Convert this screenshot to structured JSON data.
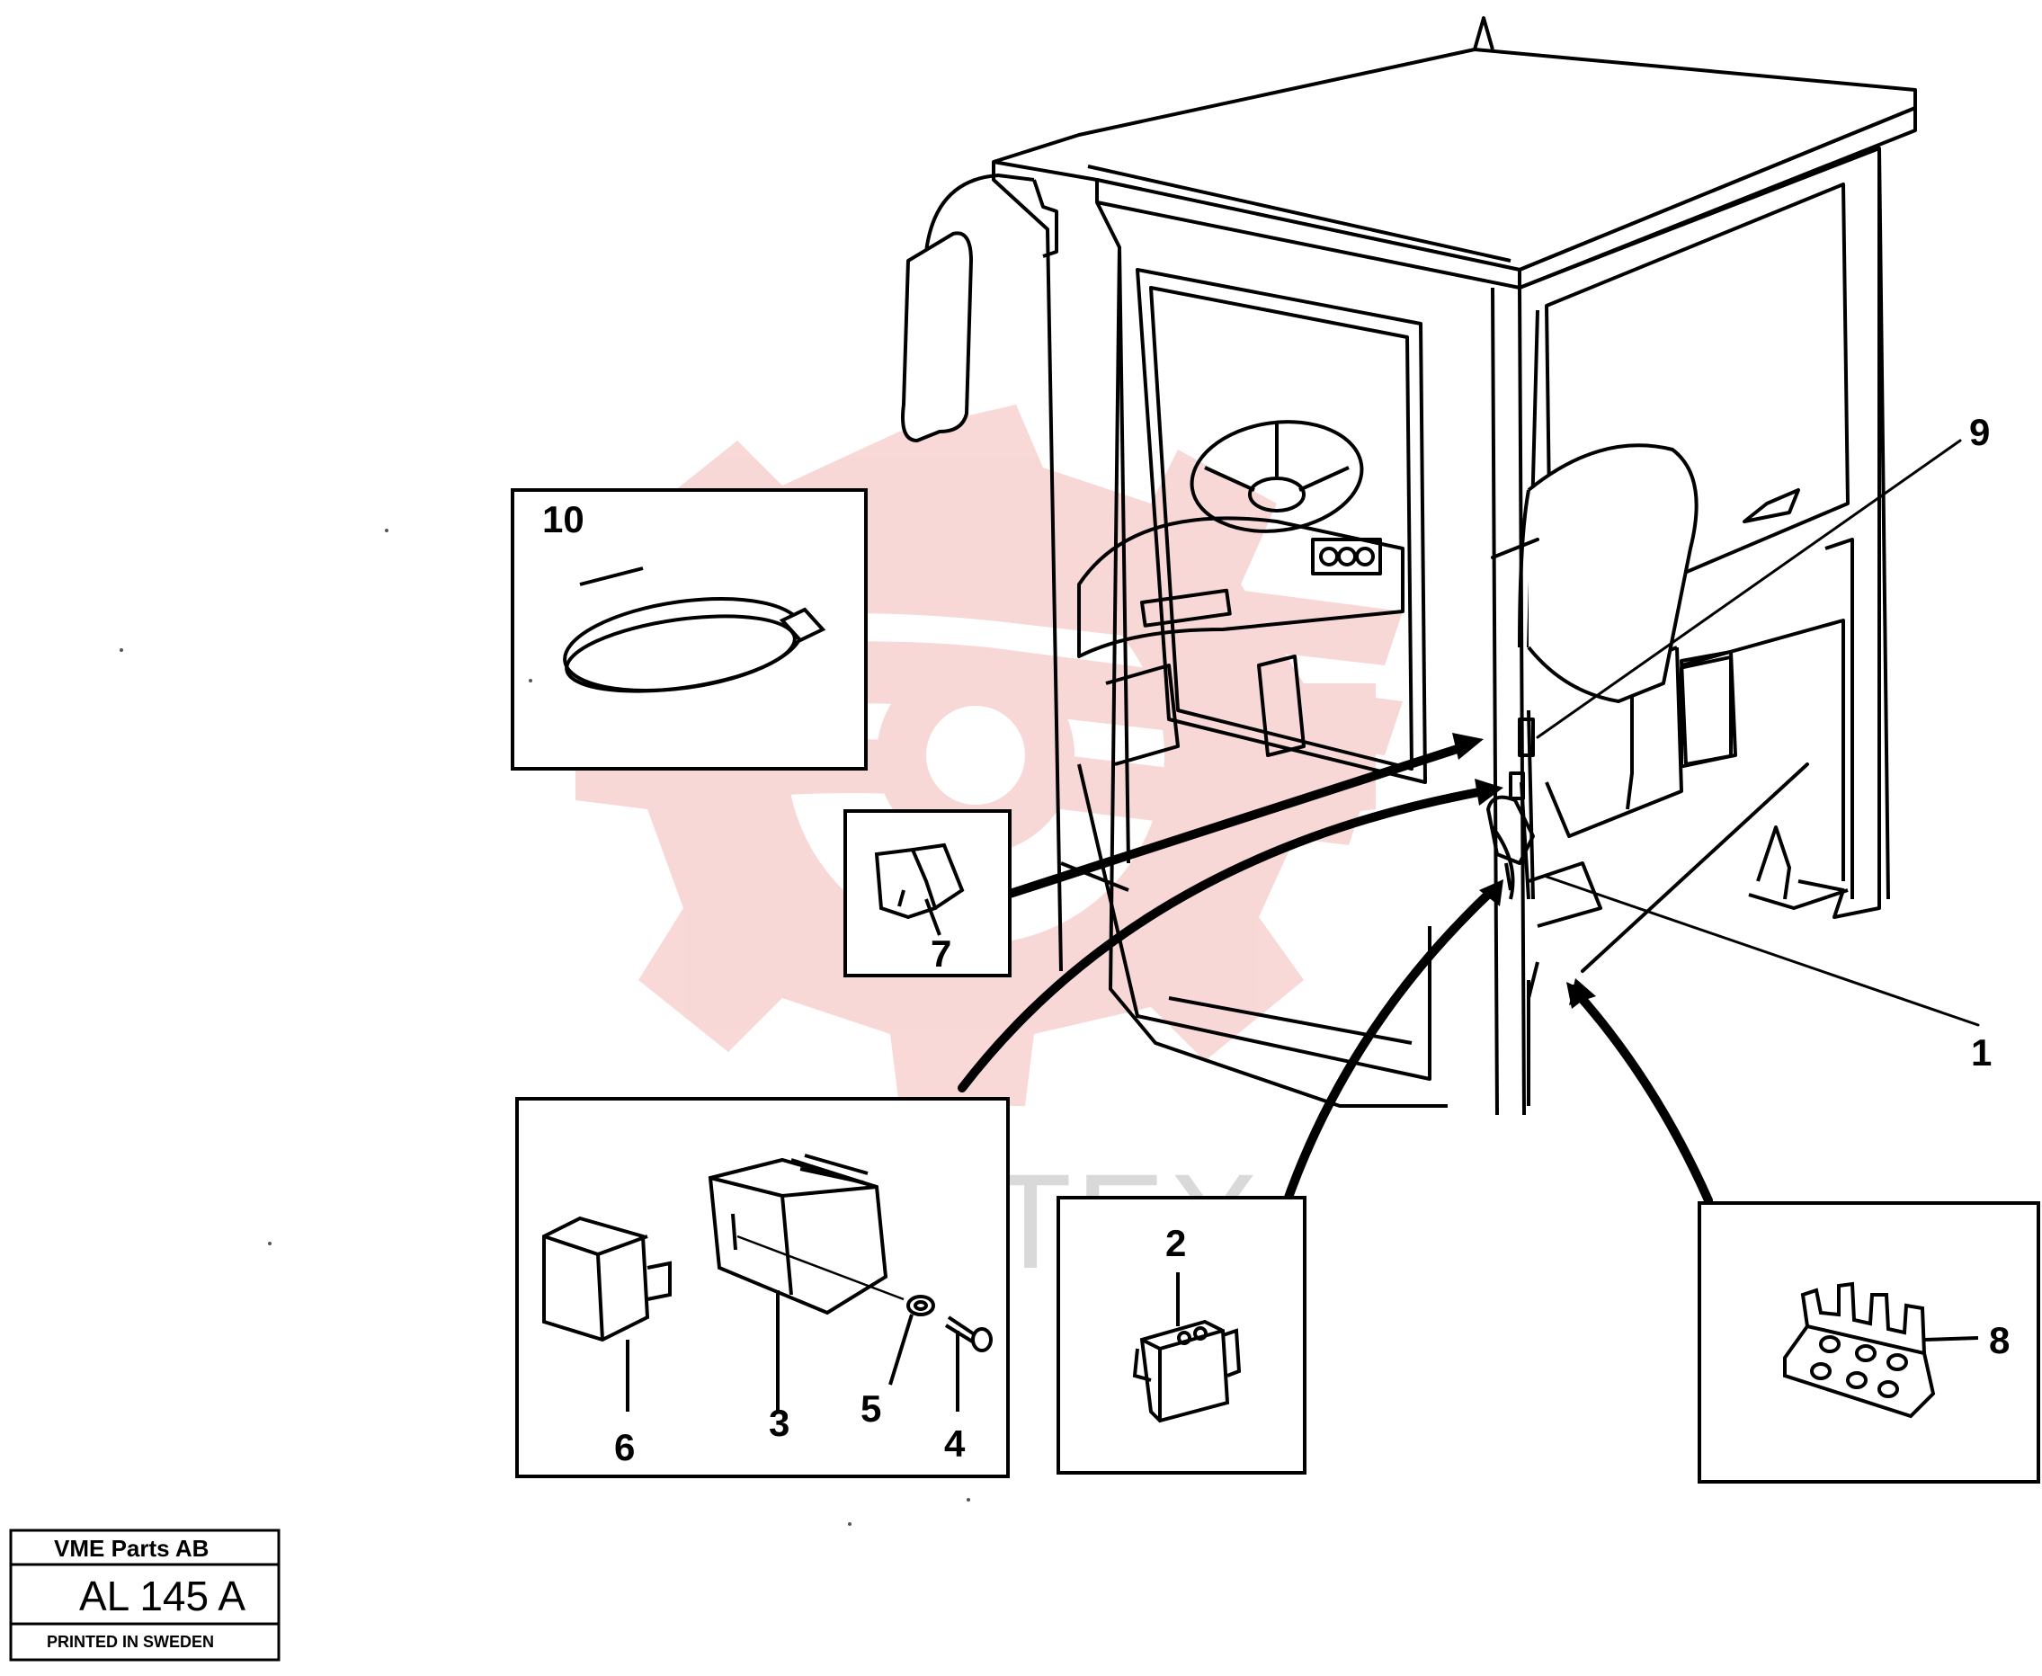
{
  "parts": [
    {
      "id": "1",
      "label": "1"
    },
    {
      "id": "2",
      "label": "2"
    },
    {
      "id": "3",
      "label": "3"
    },
    {
      "id": "4",
      "label": "4"
    },
    {
      "id": "5",
      "label": "5"
    },
    {
      "id": "6",
      "label": "6"
    },
    {
      "id": "7",
      "label": "7"
    },
    {
      "id": "8",
      "label": "8"
    },
    {
      "id": "9",
      "label": "9"
    },
    {
      "id": "10",
      "label": "10"
    }
  ],
  "watermark": {
    "text": "DIHTEX",
    "logo_color": "#f4b8b8",
    "text_color": "#d9d9d9"
  },
  "title_block": {
    "company": "VME Parts AB",
    "code": "AL 145 A",
    "footer": "PRINTED IN SWEDEN"
  }
}
